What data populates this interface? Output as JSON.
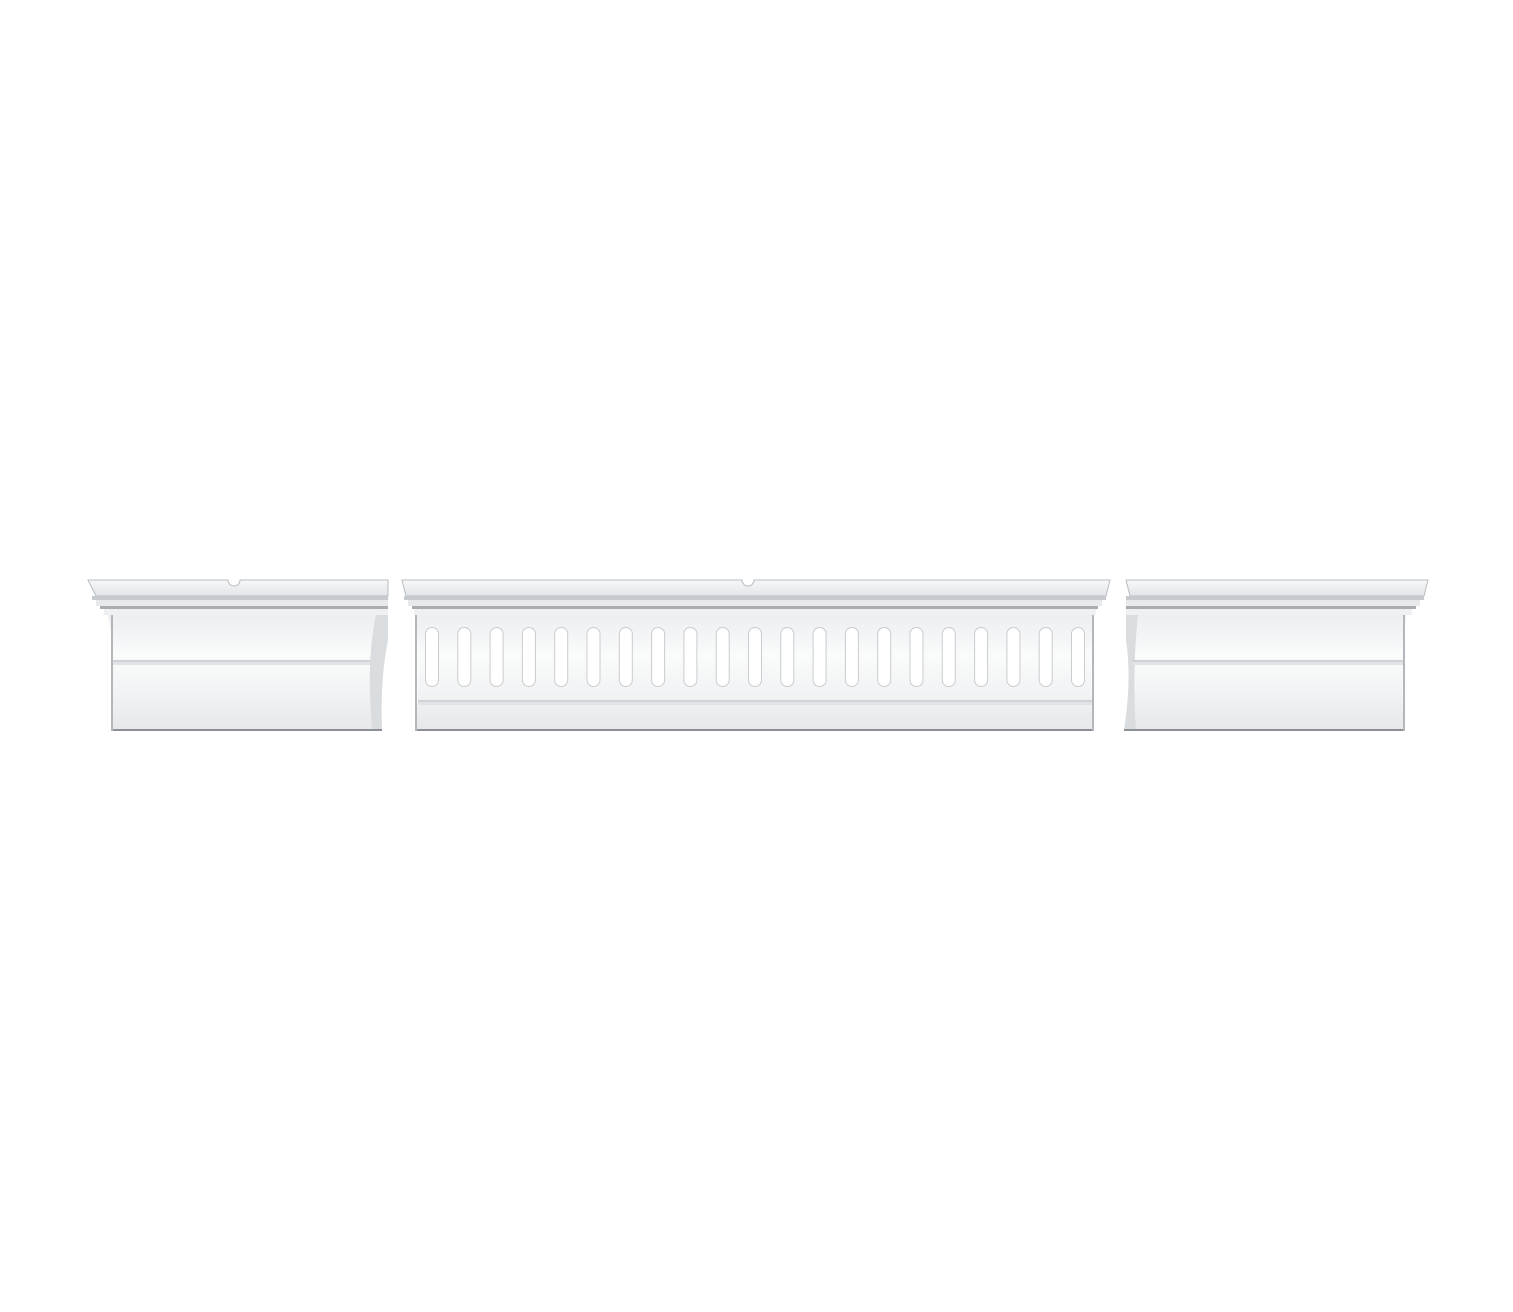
{
  "background_color": "#ffffff",
  "material_colors": {
    "face": "#f4f5f6",
    "face_light": "#fbfbfc",
    "shadow": "#c9ccd0",
    "deep_shadow": "#9ea3a8",
    "slot": "#ffffff",
    "edge": "#7d8186"
  },
  "pieces": [
    {
      "id": "left-end-cap",
      "kind": "end-cap",
      "has_slots": false
    },
    {
      "id": "center-louvered-section",
      "kind": "vented-section",
      "has_slots": true,
      "slot_count": 21
    },
    {
      "id": "right-end-cap",
      "kind": "end-cap",
      "has_slots": false
    }
  ]
}
